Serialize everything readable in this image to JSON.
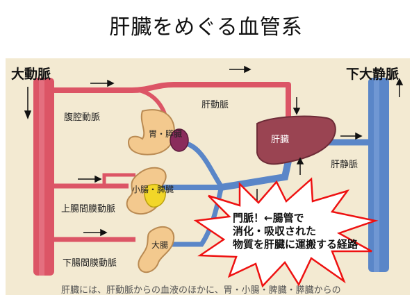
{
  "title": "肝臓をめぐる血管系",
  "labels": {
    "aorta": "大動脈",
    "vena_cava": "下大静脈",
    "hepatic_artery": "肝動脈",
    "celiac_artery": "腹腔動脈",
    "stomach_pancreas": "胃・膵臓",
    "liver": "肝臓",
    "hepatic_vein": "肝静脈",
    "small_intestine_spleen": "小腸・脾臓",
    "superior_mesenteric": "上腸間膜動脈",
    "large_intestine": "大腸",
    "inferior_mesenteric": "下腸間膜動脈"
  },
  "callout": {
    "line1": "門脈！←腸管で",
    "line2": "消化・吸収された",
    "line3": "物質を肝臓に運搬する経路"
  },
  "bottom_text": "肝臓には、肝動脈からの血液のほかに、胃・小腸・脾臓・膵臓からの",
  "colors": {
    "artery": "#dc5566",
    "vein": "#5a86c8",
    "liver": "#9a4452",
    "background": "#f3ead2",
    "burst_outline": "#ee1111"
  }
}
